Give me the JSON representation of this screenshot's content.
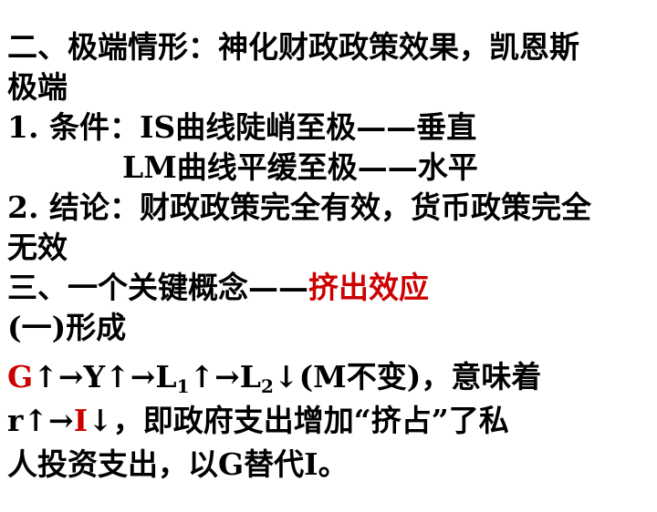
{
  "colors": {
    "text": "#000000",
    "highlight": "#cc0000",
    "background": "#ffffff"
  },
  "content": {
    "l1": "二、极端情形：神化财政政策效果，凯恩斯",
    "l2": "极端",
    "l3": "1. 条件：IS曲线陡峭至极——垂直",
    "l4": "LM曲线平缓至极——水平",
    "l5": "2. 结论：财政政策完全有效，货币政策完全",
    "l6": "无效",
    "l7_prefix": "三、一个关键概念——",
    "l7_highlight": "挤出效应",
    "l8": "(一)形成",
    "l9": {
      "g": "G",
      "a": "↑→Y↑→L",
      "sub1": "1",
      "b": "↑→L",
      "sub2": "2",
      "c": "↓(M不变)，意味着"
    },
    "l10": {
      "a": "r↑→",
      "i": "I",
      "b": "↓，即政府支出增加“挤占”了私"
    },
    "l11": "人投资支出，以G替代I。"
  }
}
